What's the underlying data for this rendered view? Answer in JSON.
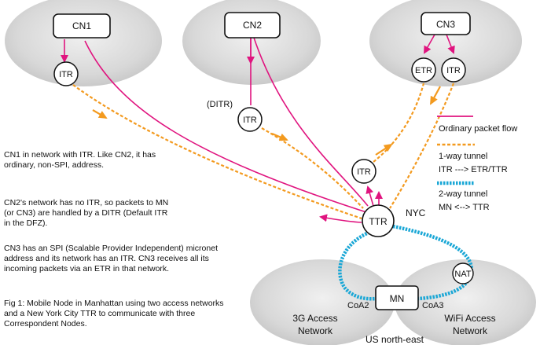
{
  "nodes": {
    "cn1": "CN1",
    "cn2": "CN2",
    "cn3": "CN3",
    "itr_cn1": "ITR",
    "ditr_label": "(DITR)",
    "itr_ditr": "ITR",
    "etr_cn3": "ETR",
    "itr_cn3": "ITR",
    "itr_mid": "ITR",
    "ttr": "TTR",
    "nyc": "NYC",
    "mn": "MN",
    "nat": "NAT",
    "coa2": "CoA2",
    "coa3": "CoA3"
  },
  "networks": {
    "g3_line1": "3G Access",
    "g3_line2": "Network",
    "wifi_line1": "WiFi Access",
    "wifi_line2": "Network",
    "region": "US north-east"
  },
  "legend": {
    "ordinary": "Ordinary packet flow",
    "oneway_line1": "1-way tunnel",
    "oneway_line2": "ITR ---> ETR/TTR",
    "twoway_line1": "2-way tunnel",
    "twoway_line2": "MN <--> TTR"
  },
  "colors": {
    "ordinary": "#e0147f",
    "oneway": "#f39a1f",
    "twoway": "#1aa7d6"
  },
  "text": {
    "p1": "CN1 in network with ITR. Like CN2, it has ordinary, non-SPI, address.",
    "p2": "CN2's network has no ITR, so packets to MN (or CN3) are handled by a DITR (Default ITR in the DFZ).",
    "p3": "CN3 has an SPI (Scalable Provider Independent) micronet address and its network has an ITR. CN3 receives all its incoming packets via an ETR in that network.",
    "caption": "Fig 1: Mobile Node in Manhattan using two access networks and a New York City TTR to communicate with three Correspondent Nodes."
  }
}
